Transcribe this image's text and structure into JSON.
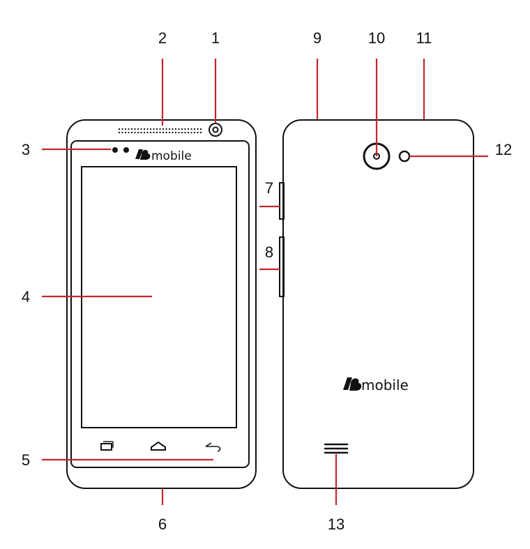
{
  "brand": {
    "front_logo_text": "mobile",
    "back_logo_text": "mobile"
  },
  "callouts": {
    "c1": "1",
    "c2": "2",
    "c3": "3",
    "c4": "4",
    "c5": "5",
    "c6": "6",
    "c7": "7",
    "c8": "8",
    "c9": "9",
    "c10": "10",
    "c11": "11",
    "c12": "12",
    "c13": "13"
  },
  "colors": {
    "leader_line": "#c0272d",
    "outline": "#111111"
  },
  "icons": [
    "recent-apps-icon",
    "home-icon",
    "back-icon",
    "front-camera-icon",
    "rear-camera-icon",
    "flash-icon",
    "loudspeaker-icon"
  ]
}
